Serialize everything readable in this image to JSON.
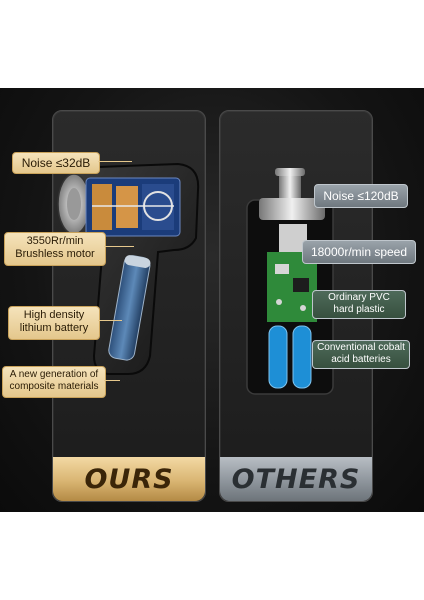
{
  "comparison": {
    "ours_label": "OURS",
    "others_label": "OTHERS"
  },
  "ours_callouts": {
    "noise": "Noise ≤32dB",
    "motor_line1": "3550Rr/min",
    "motor_line2": "Brushless motor",
    "battery_line1": "High density",
    "battery_line2": "lithium battery",
    "material_line1": "A new generation of",
    "material_line2": "composite materials"
  },
  "others_callouts": {
    "noise": "Noise ≤120dB",
    "speed": "18000r/min speed",
    "plastic_line1": "Ordinary PVC",
    "plastic_line2": "hard plastic",
    "battery_line1": "Conventional cobalt",
    "battery_line2": "acid batteries"
  },
  "colors": {
    "gold": "#e4c78c",
    "steel": "#8e959c",
    "background": "#141414",
    "battery_blue": "#1e8fd6",
    "pcb_green": "#2f8a3a"
  }
}
